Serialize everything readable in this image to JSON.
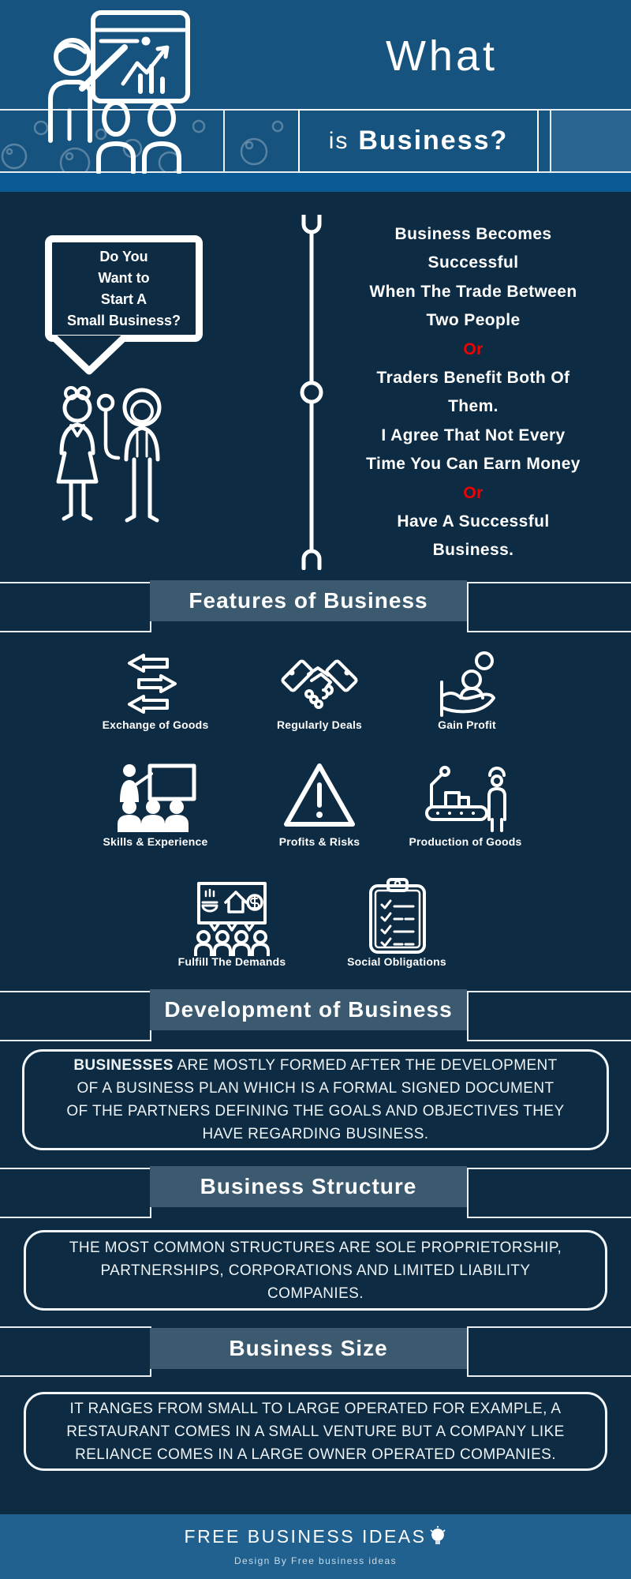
{
  "header": {
    "title_line1": "What",
    "title_line2_prefix": "is",
    "title_line2_main": "Business?"
  },
  "intro": {
    "bubble_lines": [
      "Do You",
      "Want to",
      "Start A",
      "Small Business?"
    ],
    "right_lines": [
      "Business Becomes",
      "Successful",
      "When The Trade Between",
      "Two People",
      "Or",
      "Traders Benefit Both Of",
      "Them.",
      "I Agree That Not Every",
      "Time You Can Earn Money",
      "Or",
      "Have A Successful",
      "Business."
    ]
  },
  "features": {
    "title": "Features of Business",
    "items": [
      {
        "label": "Exchange of Goods",
        "icon": "exchange-arrows-icon"
      },
      {
        "label": "Regularly Deals",
        "icon": "handshake-icon"
      },
      {
        "label": "Gain Profit",
        "icon": "hand-profit-icon"
      },
      {
        "label": "Skills & Experience",
        "icon": "presentation-audience-icon"
      },
      {
        "label": "Profits & Risks",
        "icon": "warning-triangle-icon"
      },
      {
        "label": "Production of Goods",
        "icon": "factory-conveyor-icon"
      },
      {
        "label": "Fulfill The Demands",
        "icon": "demand-crowd-icon"
      },
      {
        "label": "Social Obligations",
        "icon": "checklist-clipboard-icon"
      }
    ]
  },
  "development": {
    "title": "Development of Business",
    "lead_word": "BUSINESSES",
    "lines": [
      "ARE MOSTLY FORMED AFTER THE DEVELOPMENT",
      "OF A BUSINESS PLAN WHICH IS A FORMAL SIGNED DOCUMENT",
      "OF THE PARTNERS DEFINING THE GOALS AND OBJECTIVES THEY",
      "HAVE REGARDING BUSINESS."
    ]
  },
  "structure": {
    "title": "Business Structure",
    "lines": [
      "THE MOST COMMON STRUCTURES ARE SOLE PROPRIETORSHIP,",
      "PARTNERSHIPS, CORPORATIONS AND LIMITED LIABILITY",
      "COMPANIES."
    ]
  },
  "size": {
    "title": "Business Size",
    "lines": [
      "IT RANGES FROM SMALL TO LARGE OPERATED FOR EXAMPLE, A",
      "RESTAURANT COMES IN A SMALL VENTURE BUT A COMPANY LIKE",
      "RELIANCE COMES IN A LARGE OWNER OPERATED COMPANIES."
    ]
  },
  "footer": {
    "brand": "FREE BUSINESS IDEAS",
    "credit": "Design By Free business ideas"
  },
  "appearance": {
    "header_blue": "#17537f",
    "strip_blue": "#0b5a94",
    "navy_background": "#0d2b42",
    "section_band_gray": "#3c5a6f",
    "accent_red": "#f40000",
    "footer_blue": "#20618f",
    "text_white": "#ffffff"
  }
}
